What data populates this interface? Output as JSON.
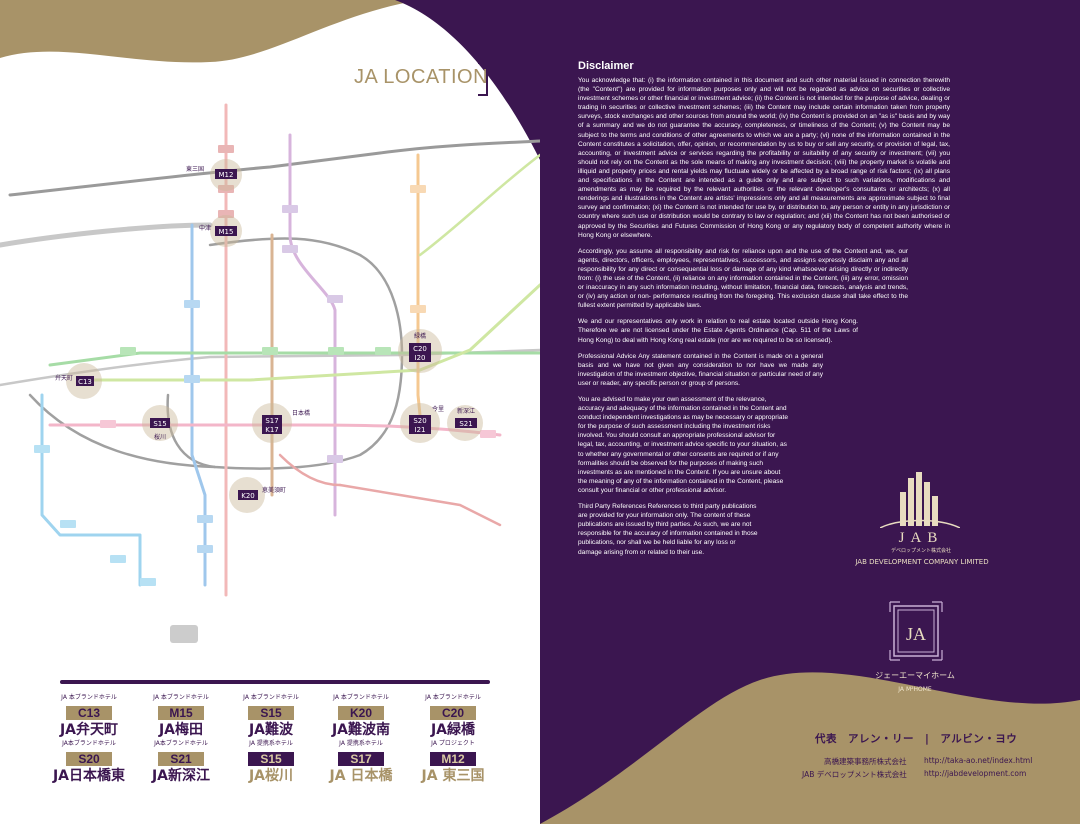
{
  "colors": {
    "purple": "#3b1650",
    "gold": "#a89368",
    "white": "#ffffff"
  },
  "left": {
    "title": "JA LOCATION",
    "hotels": [
      {
        "tag": "JA 本ブランドホテル",
        "code": "C13",
        "name": "JA弁天町",
        "style": "gold"
      },
      {
        "tag": "JA 本ブランドホテル",
        "code": "M15",
        "name": "JA梅田",
        "style": "gold"
      },
      {
        "tag": "JA 本ブランドホテル",
        "code": "S15",
        "name": "JA難波",
        "style": "gold"
      },
      {
        "tag": "JA 本ブランドホテル",
        "code": "K20",
        "name": "JA難波南",
        "style": "gold"
      },
      {
        "tag": "JA 本ブランドホテル",
        "code": "C20",
        "name": "JA緑橋",
        "style": "gold"
      },
      {
        "tag": "JA本ブランドホテル",
        "code": "S20",
        "name": "JA日本橋東",
        "style": "gold"
      },
      {
        "tag": "JA本ブランドホテル",
        "code": "S21",
        "name": "JA新深江",
        "style": "gold"
      },
      {
        "tag": "JA 提携系ホテル",
        "code": "S15",
        "name": "JA桜川",
        "style": "purple"
      },
      {
        "tag": "JA 提携系ホテル",
        "code": "S17",
        "name": "JA 日本橋",
        "style": "purple"
      },
      {
        "tag": "JA プロジェクト",
        "code": "M12",
        "name": "JA 東三国",
        "style": "purple"
      }
    ],
    "map_labels": {
      "m12": "M12",
      "m12_name": "東三国",
      "m15": "M15",
      "m15_name": "中津",
      "c13": "C13",
      "c13_name": "弁天町",
      "s15": "S15",
      "s15_name": "桜川",
      "s17": "S17",
      "k17": "K17",
      "s17_name": "日本橋",
      "k20": "K20",
      "k20_name": "恵美須町",
      "c20": "C20",
      "i20": "I20",
      "c20_name": "緑橋",
      "s20": "S20",
      "i21": "I21",
      "s20_name": "今里",
      "s21": "S21",
      "s21_name": "新深江"
    }
  },
  "disclaimer": {
    "title": "Disclaimer",
    "paragraphs": [
      "You acknowledge that: (i) the information contained in this document and such other material issued in connection therewith (the \"Content\") are provided for information purposes only and will not be regarded as advice on securities or collective investment schemes or other financial or investment advice; (ii) the Content is not intended for the purpose of advice, dealing or trading in securities or collective investment schemes; (iii) the Content may include certain information taken from property surveys, stock exchanges and other sources from around the world; (iv) the Content is provided on an \"as is\" basis and by way of a summary and we do not guarantee the accuracy, completeness, or timeliness of the Content; (v) the Content may be subject to the terms and conditions of other agreements to which we are a party; (vi) none of the information contained in the Content constitutes a solicitation, offer, opinion, or recommendation by us to buy or sell any security, or provision of legal, tax, accounting, or investment advice or services regarding the profitability or suitability of any security or investment; (vii) you should not rely on the Content as the sole means of making any investment decision; (viii) the property market is volatile and illiquid and property prices and rental yields may fluctuate widely or be affected by a broad range of risk factors; (ix) all plans and specifications in the Content are intended as a guide only and are subject to such variations, modifications and amendments as may be required by the relevant authorities or the relevant developer's consultants or architects; (x) all renderings and illustrations in the Content are artists' impressions only and all measurements are approximate subject to final survey and confirmation; (xi) the Content is not intended for use by, or distribution to, any person or entity in any jurisdiction or country where such use or distribution would be contrary to law or regulation; and (xii) the Content has not been authorised or approved by the Securities and Futures Commission of Hong Kong or any regulatory body of competent authority where in Hong Kong or elsewhere.",
      "Accordingly, you assume all responsibility and risk for reliance upon and the use of the Content and, we, our agents, directors, officers, employees, representatives, successors, and assigns expressly disclaim any and all responsibility for any direct or consequential loss or damage of any kind whatsoever arising directly or indirectly from: (i) the use of the Content, (ii) reliance on any information contained in the Content, (iii) any error, omission or inaccuracy in any such information including, without limitation, financial data, forecasts, analysis and trends, or (iv) any action or non- performance resulting from the foregoing. This exclusion clause shall take effect to the fullest extent permitted by applicable laws.",
      "We and our representatives only work in relation to real estate located outside Hong Kong. Therefore we are not licensed under the Estate Agents Ordinance (Cap. 511 of the Laws of Hong Kong) to deal with Hong Kong real estate (nor are we required to be so licensed).",
      "Professional Advice Any statement contained in the Content is made on a general basis and we have not given any consideration to nor have we made any investigation of the investment objective, financial situation or particular need of any user or reader, any specific person or group of persons.",
      "You are advised to make your own assessment of the relevance, accuracy and adequacy of the information contained in the Content and conduct independent investigations as may be necessary or appropriate for the purpose of such assessment including the investment risks involved. You should consult an appropriate professional advisor for legal, tax, accounting, or investment advice specific to your situation, as to whether any governmental or other consents are required or if any formalities should be observed for the purposes of making such investments as are mentioned in the Content. If you are unsure about the meaning of any of the information contained in the Content, please consult your financial or other professional advisor.",
      "Third Party References References to third party publications are provided for your information only. The content of these publications are issued by third parties. As such, we are not responsible for the accuracy of information contained in those publications, nor shall we be held liable for any loss or damage arising from or related to their use."
    ]
  },
  "branding": {
    "jab_big": "JAB",
    "jab_small": "デベロップメント株式会社",
    "jab_company": "JAB DEVELOPMENT COMPANY LIMITED",
    "ja_monogram": "JA",
    "ja_name": "ジェーエーマイホーム",
    "ja_sub": "JA M²HOME"
  },
  "contact": {
    "representatives": "代表　アレン・リー　|　アルビン・ヨウ",
    "lines": [
      {
        "company": "高橋建築事務所株式会社",
        "url": "http://taka-ao.net/index.html"
      },
      {
        "company": "JAB デベロップメント株式会社",
        "url": "http://jabdevelopment.com"
      }
    ]
  }
}
